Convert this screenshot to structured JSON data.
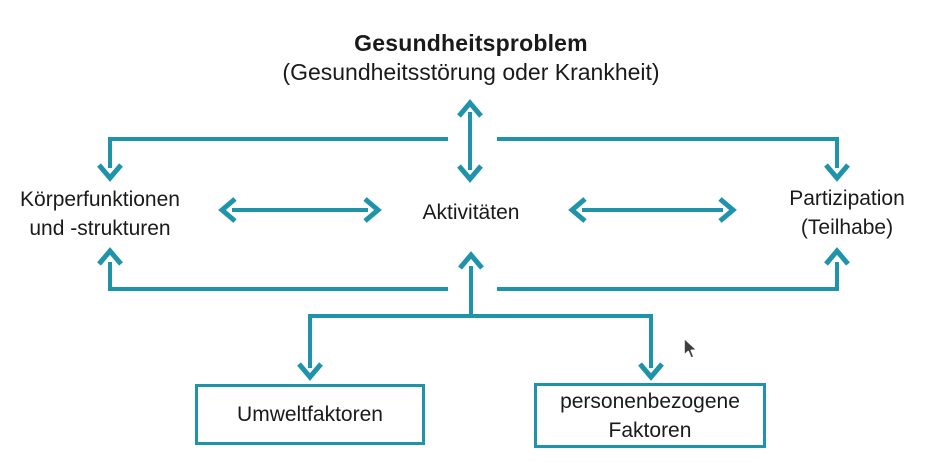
{
  "diagram": {
    "header": {
      "title": "Gesundheitsproblem",
      "subtitle": "(Gesundheitsstörung oder Krankheit)"
    },
    "nodes": {
      "body_functions": {
        "line1": "Körperfunktionen",
        "line2": "und -strukturen"
      },
      "activities": {
        "label": "Aktivitäten"
      },
      "participation": {
        "line1": "Partizipation",
        "line2": "(Teilhabe)"
      },
      "environment_box": {
        "label": "Umweltfaktoren"
      },
      "personal_box": {
        "line1": "personenbezogene",
        "line2": "Faktoren"
      }
    },
    "colors": {
      "accent": "#1e93aa",
      "text": "#1a1a1a"
    },
    "icons": {
      "cursor": "mouse-cursor-icon"
    }
  }
}
